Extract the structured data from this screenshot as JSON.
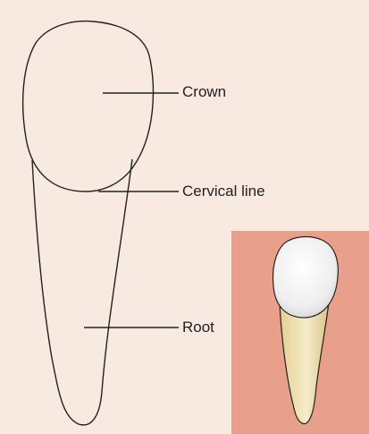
{
  "diagram": {
    "labels": {
      "crown": "Crown",
      "cervical_line": "Cervical line",
      "root": "Root"
    }
  },
  "colors": {
    "background": "#f8e9e1",
    "inset_background": "#e8a08a",
    "outline": "#222222",
    "crown_fill": "#f4f4f4",
    "root_fill": "#efe2b6"
  }
}
